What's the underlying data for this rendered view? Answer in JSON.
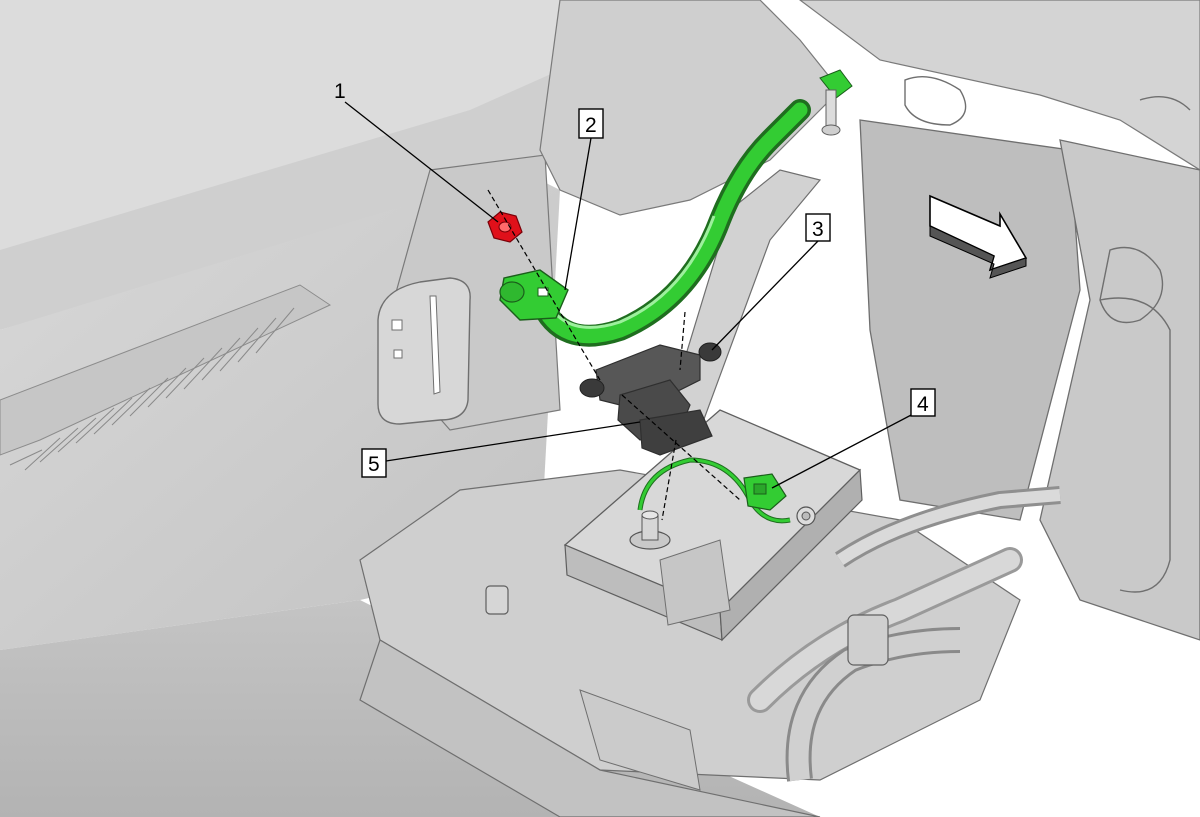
{
  "callouts": [
    {
      "id": "1",
      "label": "1"
    },
    {
      "id": "2",
      "label": "2"
    },
    {
      "id": "3",
      "label": "3"
    },
    {
      "id": "4",
      "label": "4"
    },
    {
      "id": "5",
      "label": "5"
    }
  ],
  "colors": {
    "background": "#ffffff",
    "body_panel": "#d2d2d2",
    "body_shadow": "#a9a9a9",
    "highlight_green": "#33cc33",
    "highlight_red": "#e0101a",
    "dark_component": "#4a4a4a",
    "callout_border": "#000000"
  },
  "icons": {
    "direction_arrow": "arrow-right-icon"
  }
}
